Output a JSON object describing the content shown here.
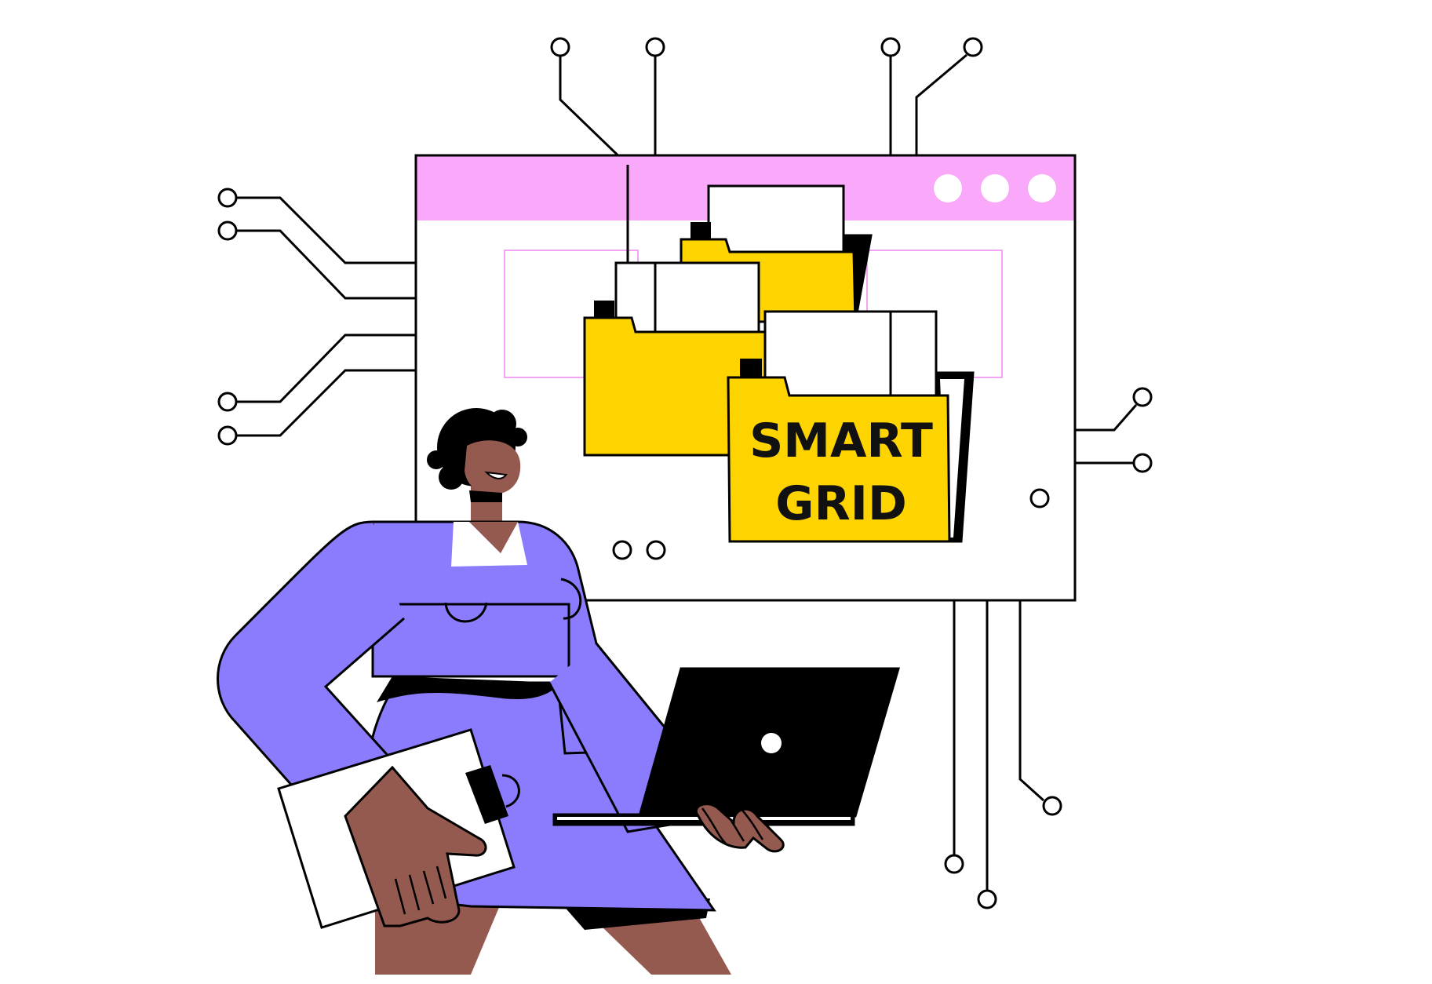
{
  "folder_label": {
    "line1": "SMART",
    "line2": "GRID"
  },
  "colors": {
    "window_titlebar": "#f9a8fa",
    "window_accent": "#f2a3f3",
    "folder": "#fed400",
    "shirt": "#8a7cfd",
    "skin": "#955a4f",
    "ink": "#000000",
    "paper": "#ffffff"
  },
  "icons": [
    "browser-window",
    "window-dots",
    "folder-icon",
    "circuit-lines",
    "laptop-icon",
    "person-illustration",
    "clipboard-icon"
  ]
}
